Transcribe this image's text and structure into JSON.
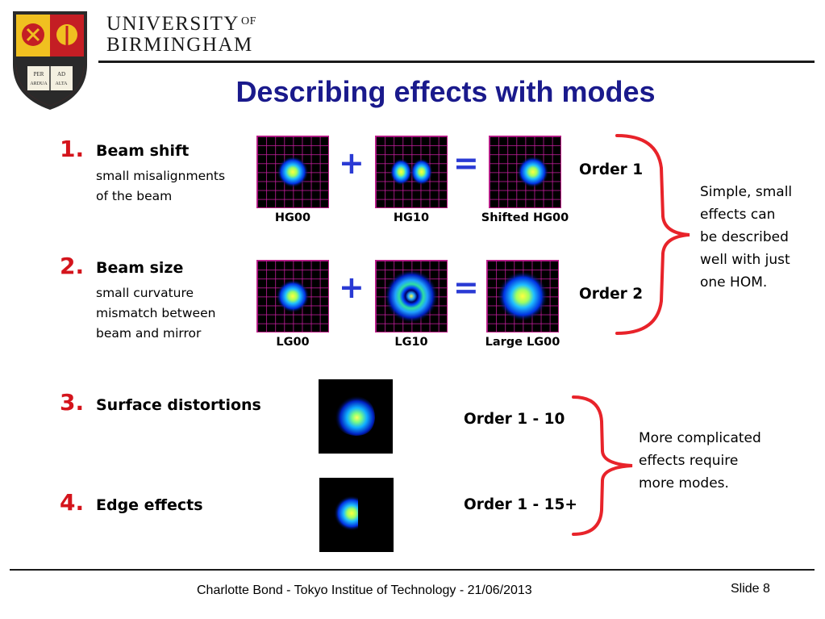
{
  "header": {
    "university_line1": "UNIVERSITY",
    "university_of": "OF",
    "university_line2": "BIRMINGHAM",
    "crest_motto_left": "PER ARDUA",
    "crest_motto_right": "AD ALTA"
  },
  "title": "Describing effects with modes",
  "items": [
    {
      "number": "1.",
      "heading": "Beam shift",
      "desc_lines": [
        "small misalignments",
        "of the beam"
      ]
    },
    {
      "number": "2.",
      "heading": "Beam size",
      "desc_lines": [
        "small curvature",
        "mismatch between",
        "beam and mirror"
      ]
    },
    {
      "number": "3.",
      "heading": "Surface distortions"
    },
    {
      "number": "4.",
      "heading": "Edge effects"
    }
  ],
  "row1": {
    "captions": [
      "HG00",
      "HG10",
      "Shifted HG00"
    ],
    "plus": "+",
    "equals": "=",
    "order": "Order 1"
  },
  "row2": {
    "captions": [
      "LG00",
      "LG10",
      "Large LG00"
    ],
    "plus": "+",
    "equals": "=",
    "order": "Order 2"
  },
  "order3": "Order 1 - 10",
  "order4": "Order 1 - 15+",
  "note_simple": [
    "Simple, small",
    "effects can",
    "be described",
    "well with just",
    "one HOM."
  ],
  "note_complex": [
    "More complicated",
    "effects require",
    "more modes."
  ],
  "footer": {
    "text": "Charlotte Bond - Tokyo Institue of Technology - 21/06/2013",
    "slide": "Slide 8"
  },
  "colors": {
    "title": "#1a1a8c",
    "number": "#d4141c",
    "bracket": "#e8232a",
    "operator": "#2a3ad4",
    "grid": "#c0208a"
  }
}
